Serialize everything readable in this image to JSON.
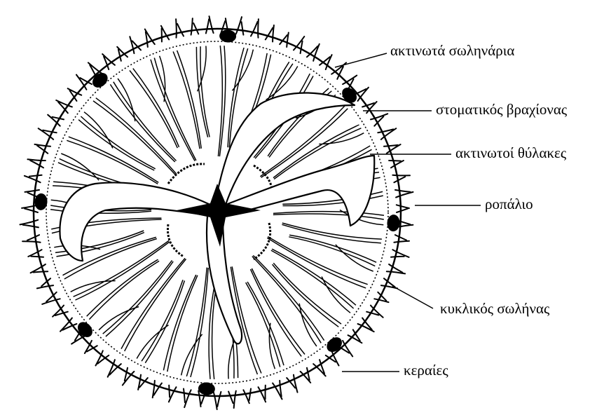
{
  "diagram": {
    "labels": {
      "radial_canals": "ακτινωτά σωληνάρια",
      "oral_arm": "στοματικός βραχίονας",
      "radial_pouches": "ακτινωτοί θύλακες",
      "rhopalium": "ροπάλιο",
      "ring_canal": "κυκλικός σωλήνας",
      "tentacles": "κεραίες"
    }
  }
}
